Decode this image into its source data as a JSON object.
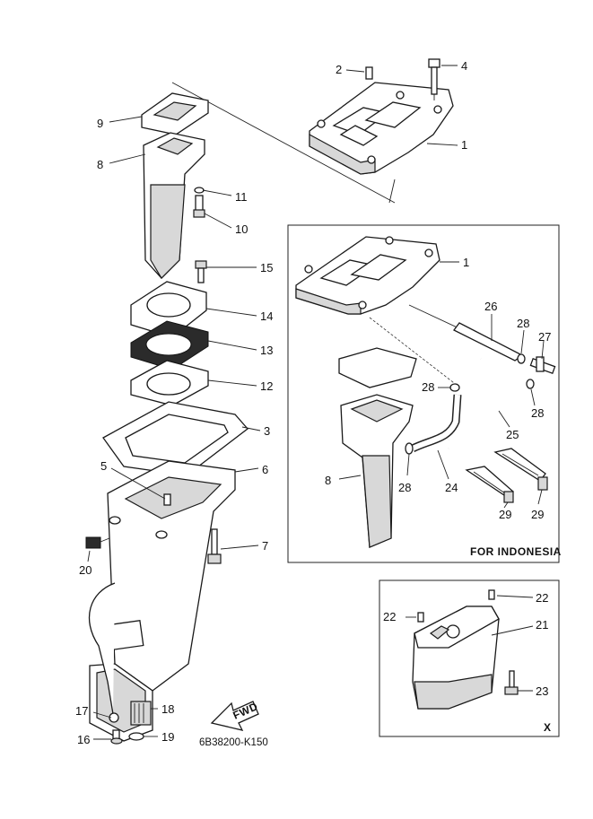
{
  "diagram": {
    "drawing_code": "6B38200-K150",
    "callouts_main": [
      "1",
      "2",
      "3",
      "4",
      "5",
      "6",
      "7",
      "8",
      "9",
      "10",
      "11",
      "12",
      "13",
      "14",
      "15",
      "16",
      "17",
      "18",
      "19",
      "20"
    ],
    "inset_indonesia": {
      "caption": "FOR INDONESIA",
      "callouts": [
        "1",
        "8",
        "24",
        "25",
        "26",
        "27",
        "28",
        "28",
        "28",
        "28",
        "29",
        "29"
      ]
    },
    "inset_x": {
      "caption": "X",
      "callouts": [
        "21",
        "22",
        "22",
        "23"
      ]
    },
    "fwd_arrow_label": "FWD"
  }
}
